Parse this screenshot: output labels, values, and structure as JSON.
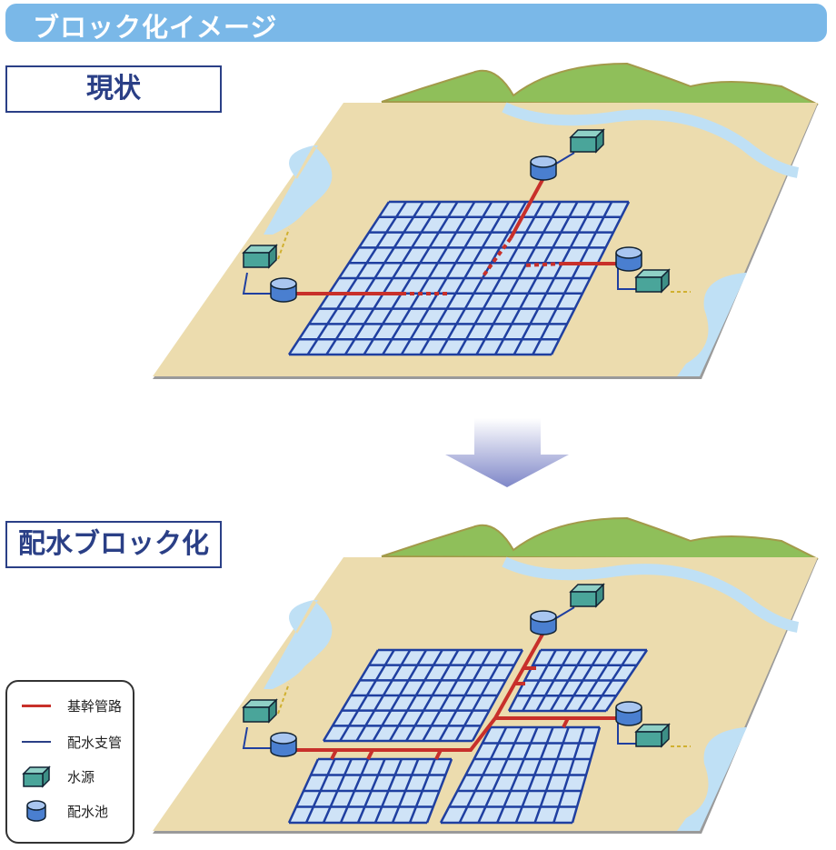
{
  "title": "ブロック化イメージ",
  "sections": {
    "current": "現状",
    "block": "配水ブロック化"
  },
  "legend": [
    {
      "label": "基幹管路",
      "icon": "trunk-pipe-line",
      "color": "#c8302a"
    },
    {
      "label": "配水支管",
      "icon": "branch-pipe-line",
      "color": "#2a3f86"
    },
    {
      "label": "水源",
      "icon": "water-source-box",
      "color": "#4aa59a"
    },
    {
      "label": "配水池",
      "icon": "reservoir-tank",
      "color": "#4a7fd0"
    }
  ],
  "colors": {
    "land": "#ecdcae",
    "water": "#bfe0f5",
    "hill": "#8fbf5a",
    "grid": "#1f3fa0",
    "trunk": "#c8302a"
  }
}
